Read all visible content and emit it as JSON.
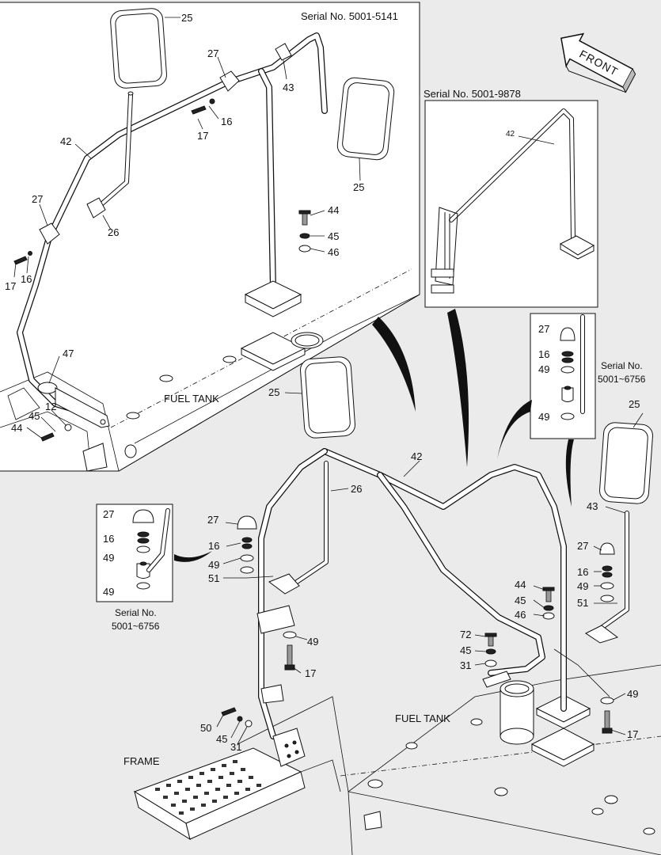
{
  "serials": {
    "top_left": "Serial No. 5001-5141",
    "top_right": "Serial No. 5001-9878",
    "inset_right": "Serial No. 5001~6756",
    "inset_left": "Serial No. 5001~6756"
  },
  "front_label": "FRONT",
  "area_labels": {
    "fuel_tank_top": "FUEL TANK",
    "fuel_tank_bottom": "FUEL TANK",
    "frame": "FRAME"
  },
  "parts": {
    "p12": "12",
    "p16": "16",
    "p17": "17",
    "p25": "25",
    "p26": "26",
    "p27": "27",
    "p31": "31",
    "p42": "42",
    "p43": "43",
    "p44": "44",
    "p45": "45",
    "p46": "46",
    "p47": "47",
    "p49": "49",
    "p50": "50",
    "p51": "51",
    "p72": "72"
  }
}
